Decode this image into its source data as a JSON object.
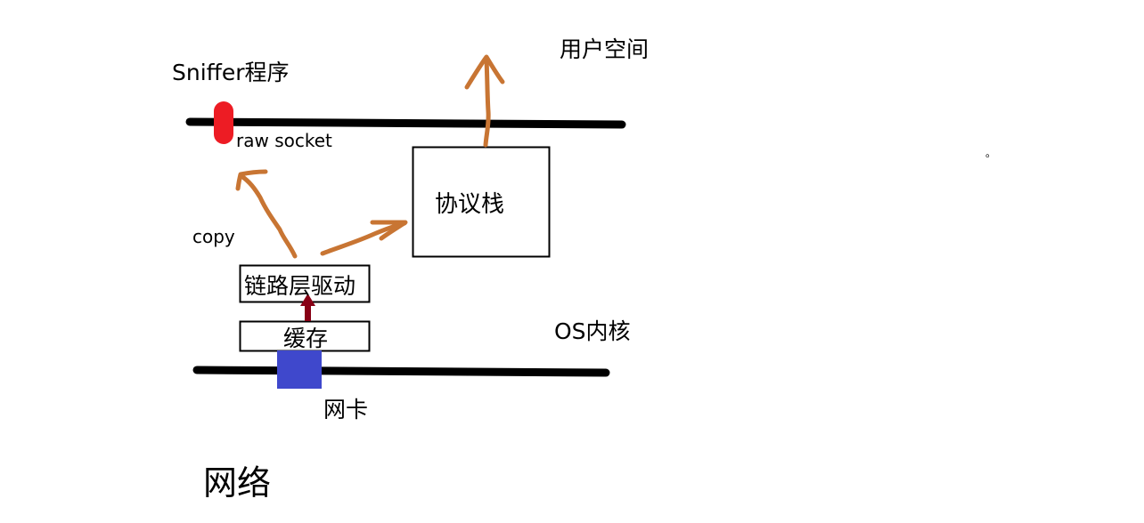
{
  "labels": {
    "sniffer": "Sniffer程序",
    "user_space": "用户空间",
    "raw_socket": "raw socket",
    "protocol_stack": "协议栈",
    "copy": "copy",
    "link_driver": "链路层驱动",
    "buffer": "缓存",
    "os_kernel": "OS内核",
    "nic": "网卡",
    "network": "网络",
    "stray_mark": "。"
  },
  "colors": {
    "line": "#000000",
    "raw_socket": "#ed1c24",
    "arrow_orange": "#c87533",
    "arrow_darkred": "#880015",
    "nic": "#3f48cc"
  }
}
